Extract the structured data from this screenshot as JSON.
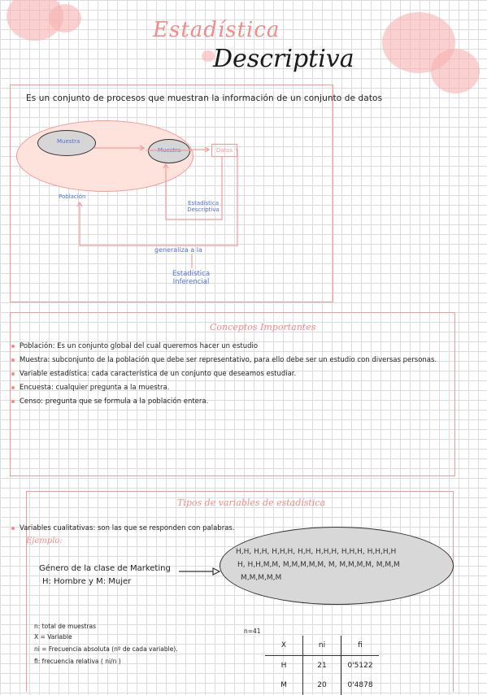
{
  "header": {
    "title_line1": "Estadística",
    "title_line2": "Descriptiva"
  },
  "intro": {
    "text": "Es un conjunto de procesos que muestran la información de un conjunto de datos"
  },
  "diagram": {
    "muestra1": "Muestra",
    "muestra2": "Muestra",
    "datos": "Datos",
    "poblacion": "Población",
    "estad_descriptiva": "Estadística Descriptiva",
    "generaliza": "generaliza a la",
    "estad_inferencial": "Estadística Inferencial"
  },
  "conceptos": {
    "title": "Conceptos Importantes",
    "items": [
      "Población: Es un conjunto global del cual queremos hacer un estudio",
      "Muestra: subconjunto de la población que debe ser representativo, para ello debe ser un estudio con diversas personas.",
      "Variable estadística: cada característica de un conjunto que deseamos estudiar.",
      "Encuesta: cualquier pregunta a la muestra.",
      "Censo: pregunta que se formula a la población entera."
    ]
  },
  "tipos": {
    "title": "Tipos de variables de estadística",
    "cualitativas": "Variables cualitativas: son las que se responden con palabras.",
    "ejemplo": "Ejemplo:",
    "ej_line1": "Género de la clase de Marketing",
    "ej_line2": "H: Hombre y M: Mujer",
    "hm_line1": "H,H, H,H, H,H,H, H,H, H,H,H, H,H,H, H,H,H,H",
    "hm_line2": "H, H,H,M,M, M,M,M,M,M, M, M,M,M,M, M,M,M",
    "hm_line3": "M,M,M,M,M"
  },
  "notas": {
    "n": "n: total de muestras",
    "x": "X = Variable",
    "ni": "ni = Frecuencia absoluta (nº de cada variable).",
    "fi": "fi: frecuencia relativa ( ni/n )"
  },
  "tabla": {
    "n_label": "n=41",
    "headers": [
      "X",
      "ni",
      "fi"
    ],
    "rows": [
      [
        "H",
        "21",
        "0'5122"
      ],
      [
        "M",
        "20",
        "0'4878"
      ]
    ]
  }
}
